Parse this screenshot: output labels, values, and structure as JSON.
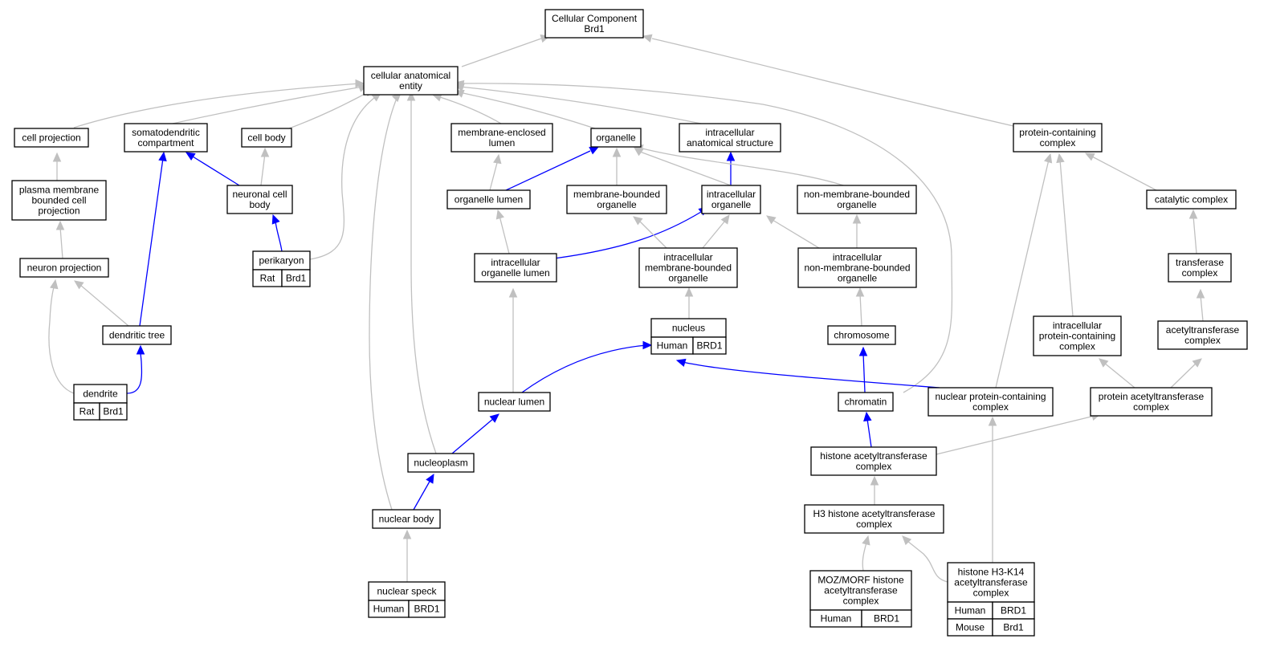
{
  "colors": {
    "human": "#ff6347",
    "rat": "#ffd700",
    "mouse": "#add8e6",
    "edge_grey": "#c0c0c0",
    "edge_blue": "#0000ff"
  },
  "nodes": {
    "cc": [
      "Cellular Component",
      "Brd1"
    ],
    "cae": [
      "cellular anatomical",
      "entity"
    ],
    "cellproj": [
      "cell projection"
    ],
    "sdc": [
      "somatodendritic",
      "compartment"
    ],
    "cellbody": [
      "cell body"
    ],
    "mel": [
      "membrane-enclosed",
      "lumen"
    ],
    "organelle": [
      "organelle"
    ],
    "ias": [
      "intracellular",
      "anatomical structure"
    ],
    "pcc": [
      "protein-containing",
      "complex"
    ],
    "pmbcp": [
      "plasma membrane",
      "bounded cell",
      "projection"
    ],
    "ncb": [
      "neuronal cell",
      "body"
    ],
    "olumen": [
      "organelle lumen"
    ],
    "mbo": [
      "membrane-bounded",
      "organelle"
    ],
    "io": [
      "intracellular",
      "organelle"
    ],
    "nmbo": [
      "non-membrane-bounded",
      "organelle"
    ],
    "catalytic": [
      "catalytic complex"
    ],
    "neuronproj": [
      "neuron projection"
    ],
    "perikaryon": [
      "perikaryon"
    ],
    "iol": [
      "intracellular",
      "organelle lumen"
    ],
    "imbo": [
      "intracellular",
      "membrane-bounded",
      "organelle"
    ],
    "inmbo": [
      "intracellular",
      "non-membrane-bounded",
      "organelle"
    ],
    "transferase": [
      "transferase",
      "complex"
    ],
    "dtree": [
      "dendritic tree"
    ],
    "nucleus": [
      "nucleus"
    ],
    "chromosome": [
      "chromosome"
    ],
    "ipcc": [
      "intracellular",
      "protein-containing",
      "complex"
    ],
    "acetyl": [
      "acetyltransferase",
      "complex"
    ],
    "dendrite": [
      "dendrite"
    ],
    "nlumen": [
      "nuclear lumen"
    ],
    "chromatin": [
      "chromatin"
    ],
    "npcc": [
      "nuclear protein-containing",
      "complex"
    ],
    "pat": [
      "protein acetyltransferase",
      "complex"
    ],
    "hat": [
      "histone acetyltransferase",
      "complex"
    ],
    "nucleoplasm": [
      "nucleoplasm"
    ],
    "h3hat": [
      "H3 histone acetyltransferase",
      "complex"
    ],
    "nbody": [
      "nuclear body"
    ],
    "mozmorf": [
      "MOZ/MORF histone",
      "acetyltransferase",
      "complex"
    ],
    "h3k14": [
      "histone H3-K14",
      "acetyltransferase",
      "complex"
    ],
    "nspeck": [
      "nuclear speck"
    ]
  },
  "annotations": {
    "perikaryon": [
      [
        "Rat",
        "Brd1"
      ]
    ],
    "dendrite": [
      [
        "Rat",
        "Brd1"
      ]
    ],
    "nucleus": [
      [
        "Human",
        "BRD1"
      ]
    ],
    "nspeck": [
      [
        "Human",
        "BRD1"
      ]
    ],
    "mozmorf": [
      [
        "Human",
        "BRD1"
      ]
    ],
    "h3k14": [
      [
        "Human",
        "BRD1"
      ],
      [
        "Mouse",
        "Brd1"
      ]
    ]
  }
}
